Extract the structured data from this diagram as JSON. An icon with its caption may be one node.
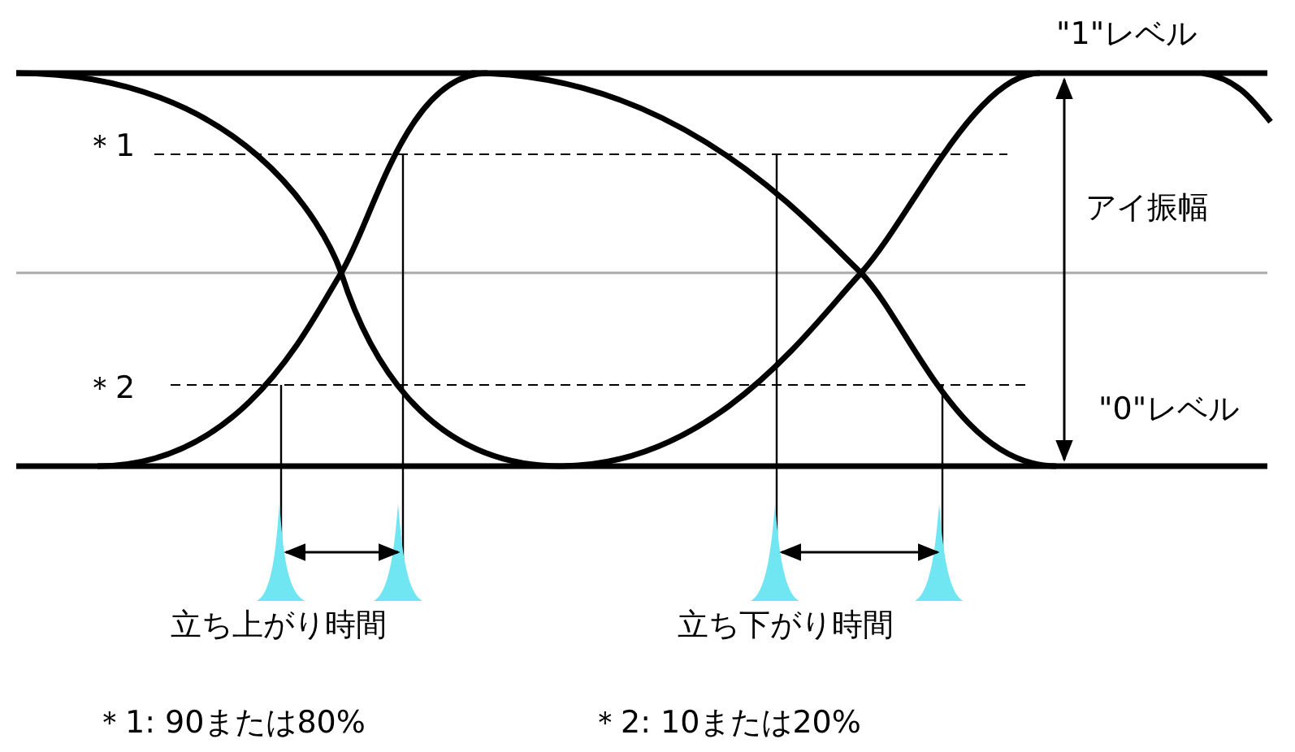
{
  "diagram": {
    "labels": [
      "\"1\"レベル",
      "＊1",
      "アイ振幅",
      "＊2",
      "\"0\"レベル",
      "立ち上がり時間",
      "立ち下がり時間",
      "＊1: 90または80%",
      "＊2: 10または20%"
    ]
  }
}
